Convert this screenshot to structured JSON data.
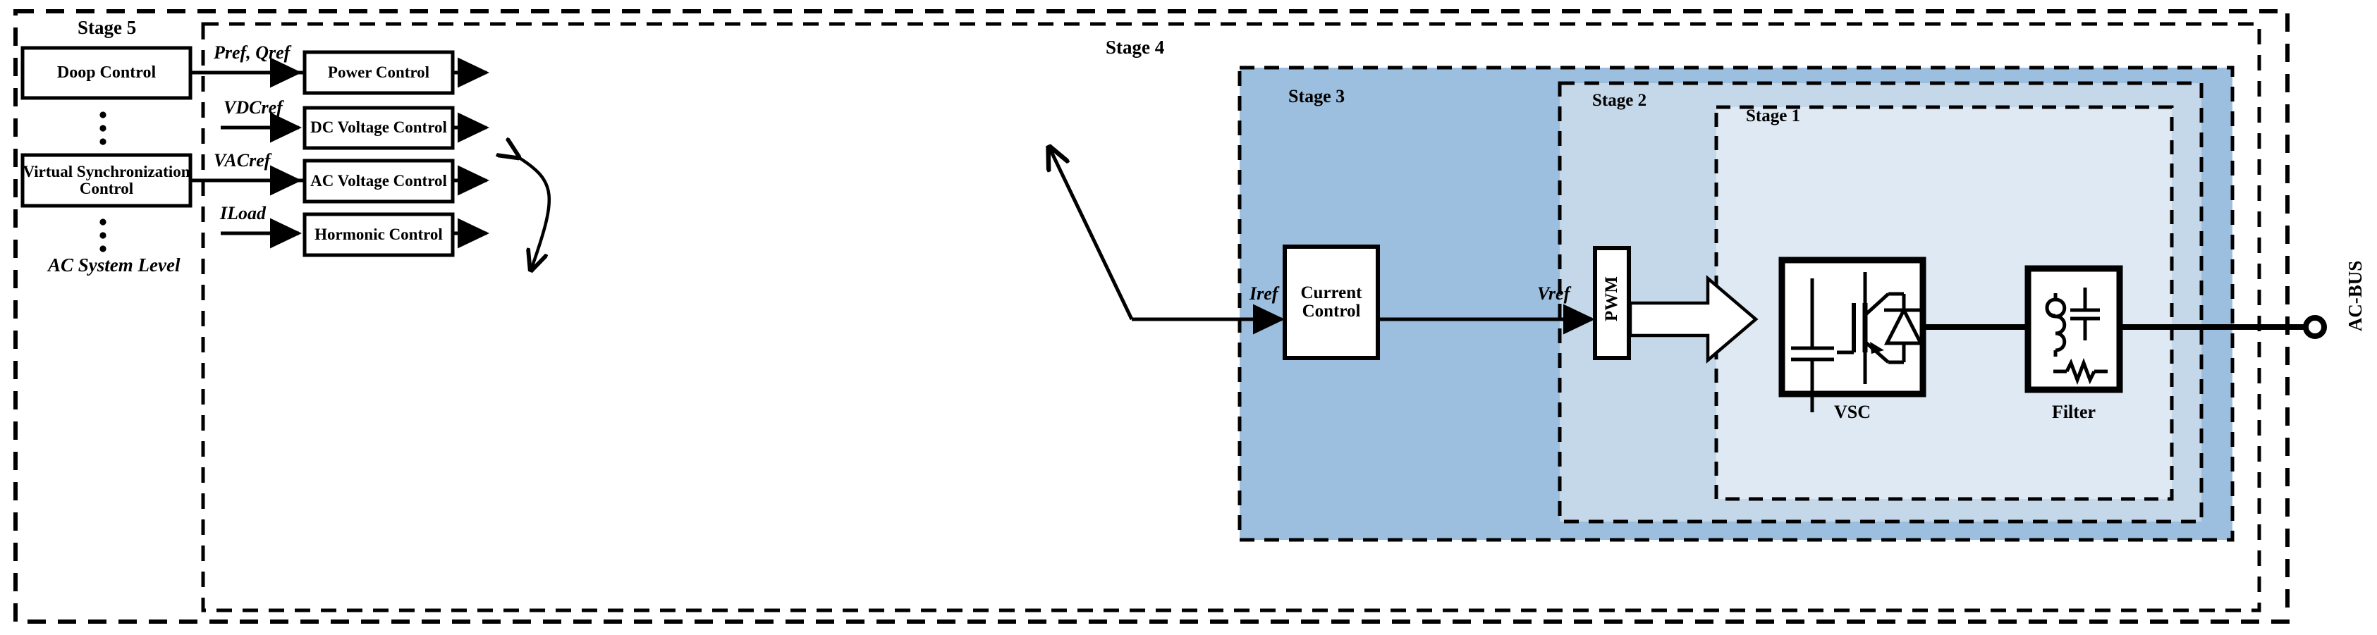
{
  "diagram": {
    "title_hidden": "",
    "outer_region_label": "AC System Level",
    "stages": [
      {
        "id": "stage5",
        "label": "Stage 5"
      },
      {
        "id": "stage4",
        "label": "Stage 4"
      },
      {
        "id": "stage3",
        "label": "Stage 3"
      },
      {
        "id": "stage2",
        "label": "Stage 2"
      },
      {
        "id": "stage1",
        "label": "Stage 1"
      }
    ],
    "left_column": {
      "blocks": [
        {
          "id": "droop-control",
          "label": "Doop Control"
        },
        {
          "id": "virtual-synchronization-control",
          "label": "Virtual Synchronization\nControl"
        }
      ],
      "ellipsis": "⋮"
    },
    "control_column": {
      "rows": [
        {
          "signal": "Pref, Qref",
          "block": "Power Control"
        },
        {
          "signal": "VDCref",
          "block": "DC Voltage Control"
        },
        {
          "signal": "VACref",
          "block": "AC Voltage Control"
        },
        {
          "signal": "ILoad",
          "block": "Hormonic Control"
        }
      ]
    },
    "inner_chain": {
      "iref_label": "Iref",
      "current_control": "Current\nControl",
      "vref_label": "Vref",
      "pwm": "PWM",
      "vsc_block": "VSC",
      "filter_block": "Filter",
      "ac_bus": "AC-BUS"
    },
    "colors": {
      "stage3_fill": "#9dbfdf",
      "stage2_fill": "#c5d8ea",
      "stage1_fill": "#dfe9f3",
      "stroke": "#000000",
      "background": "#ffffff"
    }
  }
}
